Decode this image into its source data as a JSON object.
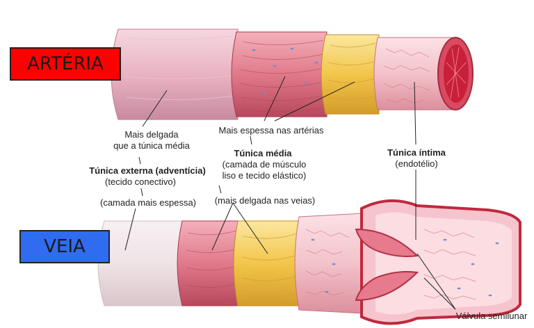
{
  "tags": {
    "artery": "ARTÉRIA",
    "vein": "VEIA"
  },
  "labels": {
    "delgada_1": "Mais delgada",
    "delgada_2": "que a túnica média",
    "externa_title": "Túnica externa (adventícia)",
    "externa_sub": "(tecido conectivo)",
    "externa_note": "(camada mais espessa)",
    "espessa": "Mais espessa nas artérias",
    "media_title": "Túnica média",
    "media_1": "(camada de músculo",
    "media_2": "liso e tecido elástico)",
    "media_note": "(mais delgada nas veias)",
    "intima_title": "Túnica íntima",
    "intima_sub": "(endotélio)",
    "valvula": "Válvula semilunar"
  },
  "colors": {
    "artery_tag": "#ff0000",
    "vein_tag": "#2f6cf0",
    "adventitia": "#e8b8c6",
    "muscle": "#d96a7c",
    "elastic": "#f2c64a",
    "intima": "#f6cdd4",
    "lumen": "#c8203a"
  }
}
